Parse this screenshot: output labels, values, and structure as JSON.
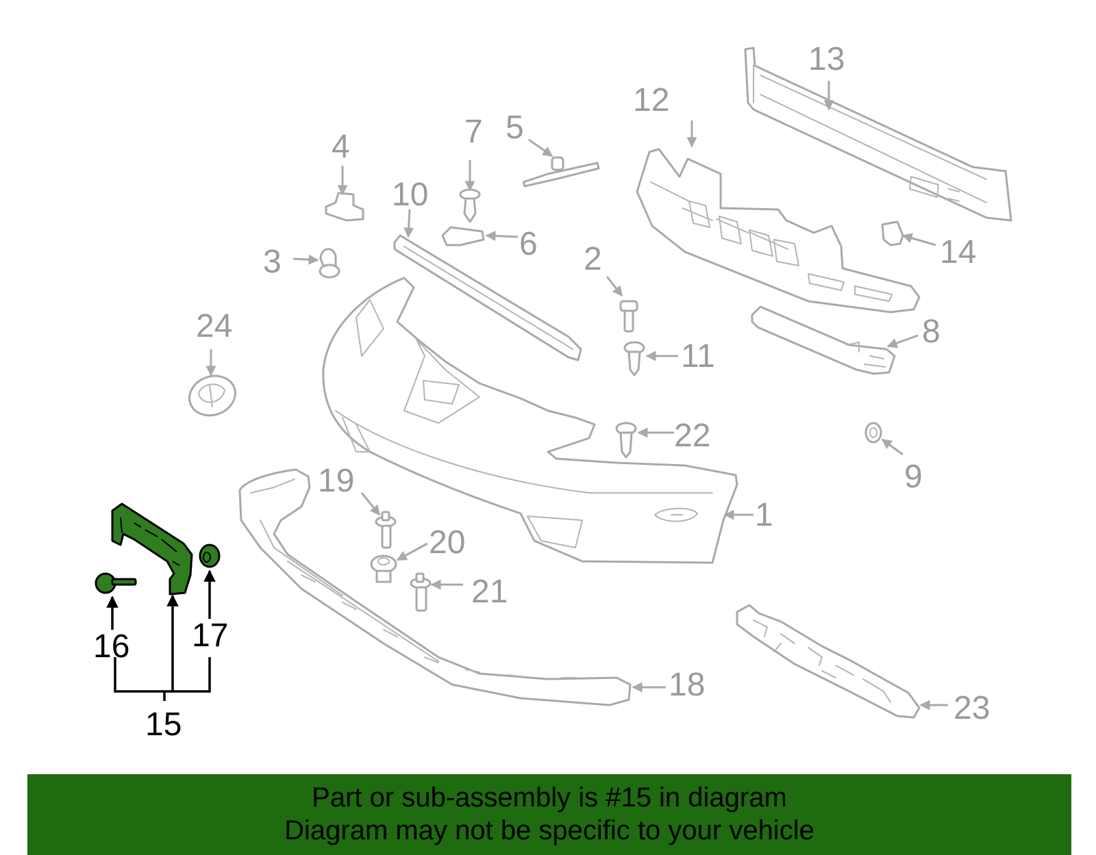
{
  "diagram": {
    "callouts": [
      {
        "id": "1",
        "label": "1",
        "highlighted": false
      },
      {
        "id": "2",
        "label": "2",
        "highlighted": false
      },
      {
        "id": "3",
        "label": "3",
        "highlighted": false
      },
      {
        "id": "4",
        "label": "4",
        "highlighted": false
      },
      {
        "id": "5",
        "label": "5",
        "highlighted": false
      },
      {
        "id": "6",
        "label": "6",
        "highlighted": false
      },
      {
        "id": "7",
        "label": "7",
        "highlighted": false
      },
      {
        "id": "8",
        "label": "8",
        "highlighted": false
      },
      {
        "id": "9",
        "label": "9",
        "highlighted": false
      },
      {
        "id": "10",
        "label": "10",
        "highlighted": false
      },
      {
        "id": "11",
        "label": "11",
        "highlighted": false
      },
      {
        "id": "12",
        "label": "12",
        "highlighted": false
      },
      {
        "id": "13",
        "label": "13",
        "highlighted": false
      },
      {
        "id": "14",
        "label": "14",
        "highlighted": false
      },
      {
        "id": "15",
        "label": "15",
        "highlighted": true
      },
      {
        "id": "16",
        "label": "16",
        "highlighted": true
      },
      {
        "id": "17",
        "label": "17",
        "highlighted": true
      },
      {
        "id": "18",
        "label": "18",
        "highlighted": false
      },
      {
        "id": "19",
        "label": "19",
        "highlighted": false
      },
      {
        "id": "20",
        "label": "20",
        "highlighted": false
      },
      {
        "id": "21",
        "label": "21",
        "highlighted": false
      },
      {
        "id": "22",
        "label": "22",
        "highlighted": false
      },
      {
        "id": "23",
        "label": "23",
        "highlighted": false
      },
      {
        "id": "24",
        "label": "24",
        "highlighted": false
      }
    ],
    "colors": {
      "part_stroke": "#a9a9a9",
      "highlight_fill": "#2f7d1f",
      "highlight_stroke": "#000000",
      "banner_background": "#1f6b0f"
    }
  },
  "banner": {
    "line1": "Part or sub-assembly is #15 in diagram",
    "line2": "Diagram may not be specific to your vehicle"
  }
}
